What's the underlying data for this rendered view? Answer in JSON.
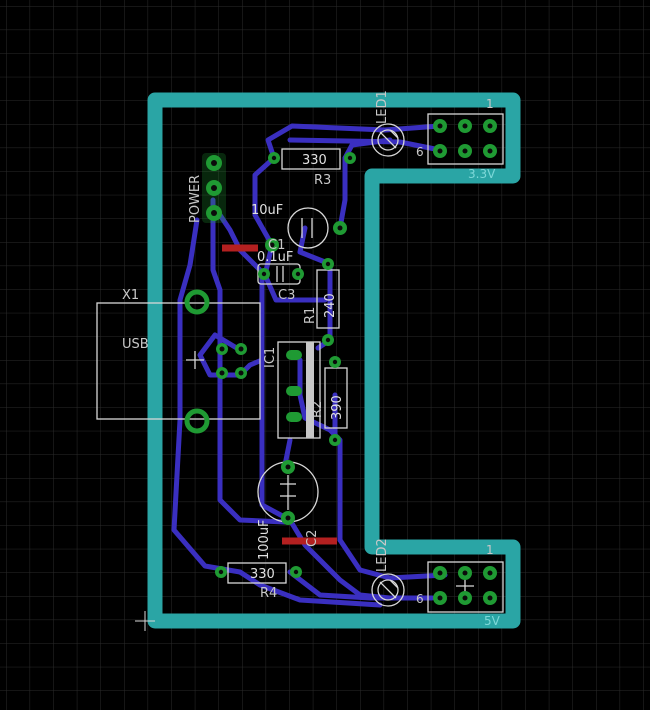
{
  "title": "",
  "components": {
    "x1_ref": "X1",
    "x1_name": "USB",
    "power_label": "POWER",
    "c1_ref": "C1",
    "c1_value": "10uF",
    "c3_ref": "C3",
    "c3_value": "0.1uF",
    "r1_ref": "R1",
    "r1_value": "240",
    "ic1_ref": "IC1",
    "r2_ref": "R2",
    "r2_value": "390",
    "r3_ref": "R3",
    "r3_value": "330",
    "r4_ref": "R4",
    "r4_value": "330",
    "c2_ref": "C2",
    "c2_value": "100uF",
    "led1_ref": "LED1",
    "led2_ref": "LED2"
  },
  "headers": {
    "top_pin1": "1",
    "top_pin6": "6",
    "top_voltage": "3.3V",
    "bottom_pin1": "1",
    "bottom_pin6": "6",
    "bottom_voltage": "5V"
  },
  "colors": {
    "background": "#000000",
    "grid": "#2b2b2b",
    "board_outline": "#2aa5a5",
    "trace": "#3a2fc0",
    "pad": "#1f9a33",
    "silkscreen": "#d8d8d8",
    "short_trace": "#b42020"
  }
}
